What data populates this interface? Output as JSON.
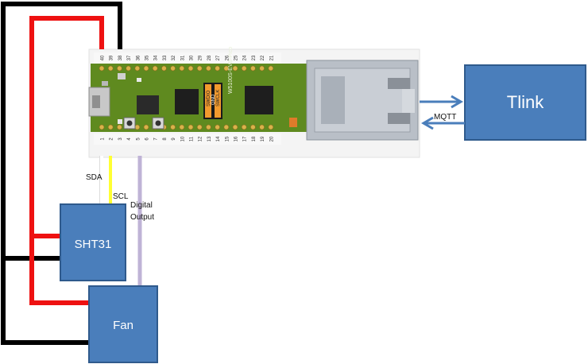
{
  "board": {
    "top_pins": [
      "40",
      "39",
      "38",
      "37",
      "36",
      "35",
      "34",
      "33",
      "32",
      "31",
      "30",
      "29",
      "28",
      "27",
      "26",
      "25",
      "24",
      "23",
      "22",
      "21"
    ],
    "bottom_pins": [
      "1",
      "2",
      "3",
      "4",
      "5",
      "6",
      "7",
      "8",
      "9",
      "10",
      "11",
      "12",
      "13",
      "14",
      "15",
      "16",
      "17",
      "18",
      "19",
      "20"
    ],
    "chip_labels": [
      "SWDIO",
      "GND",
      "SWCLK"
    ],
    "silkscreen": "W5100S-EVB-Pico"
  },
  "boxes": {
    "tlink": "Tlink",
    "sht31": "SHT31",
    "fan": "Fan"
  },
  "labels": {
    "mqtt": "MQTT",
    "sda": "SDA",
    "scl": "SCL",
    "digital": "Digital",
    "output": "Output"
  },
  "colors": {
    "box_fill": "#4a7ebb",
    "box_stroke": "#2f5a8c",
    "wire_red": "#ee1111",
    "wire_black": "#000000",
    "wire_yellow": "#ffff33",
    "wire_white": "#ffffff",
    "wire_lavender": "#bfb3d6",
    "arrow_blue": "#4a7ebb",
    "pcb_green": "#5f8a1f"
  }
}
